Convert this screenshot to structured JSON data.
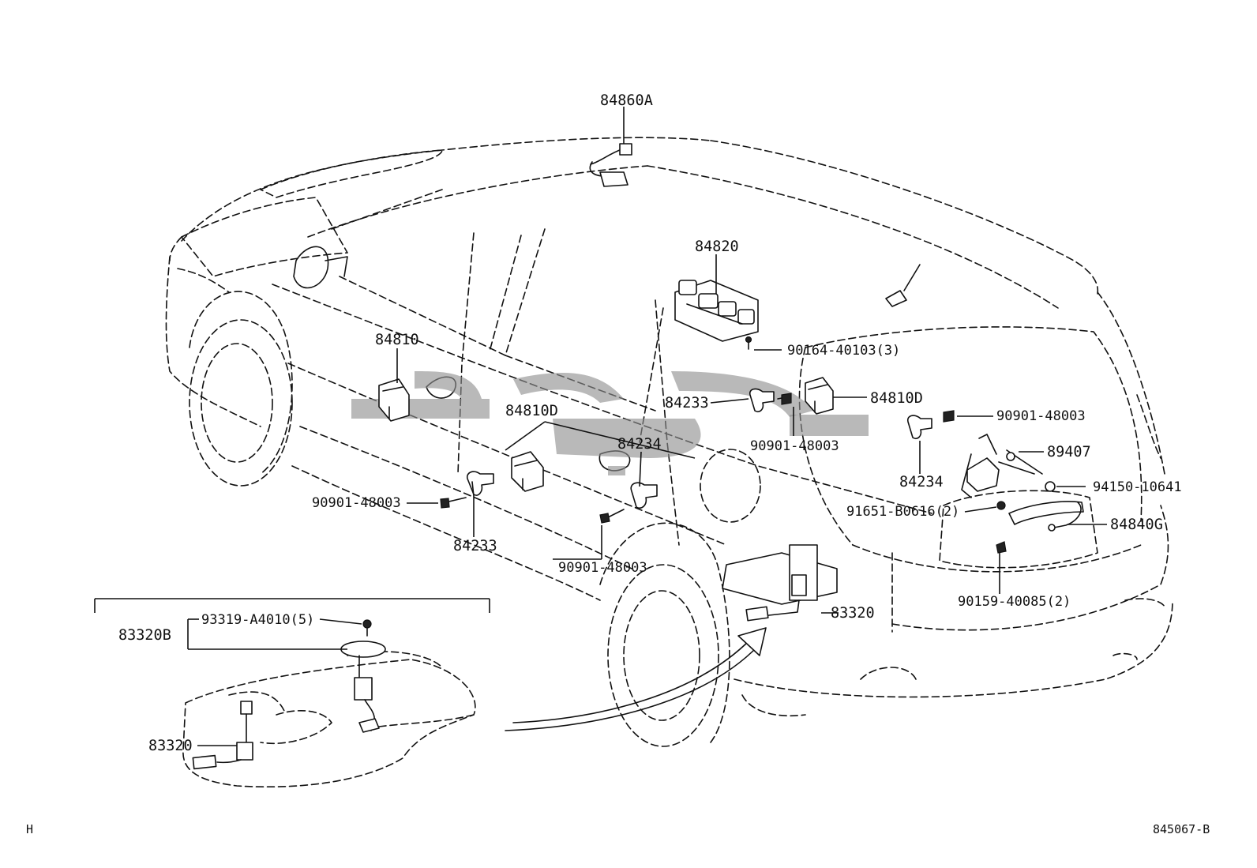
{
  "diagram": {
    "part_labels": {
      "p84860A": "84860A",
      "p84820": "84820",
      "p90164": "90164-40103(3)",
      "p84810": "84810",
      "p84810D_left": "84810D",
      "p84233_left": "84233",
      "p90901_left": "90901-48003",
      "p84234_center": "84234",
      "p90901_center": "90901-48003",
      "p84233_right": "84233",
      "p84810D_right": "84810D",
      "p90901_right_mid": "90901-48003",
      "p90901_right_top": "90901-48003",
      "p84234_right": "84234",
      "p89407": "89407",
      "p94150": "94150-10641",
      "p91651": "91651-B0616(2)",
      "p84840G": "84840G",
      "p90159": "90159-40085(2)",
      "p83320_car": "83320",
      "p83320B": "83320B",
      "p93319": "93319-A4010(5)",
      "p83320_tank": "83320"
    },
    "corner_left": "H",
    "corner_right": "845067-B"
  }
}
